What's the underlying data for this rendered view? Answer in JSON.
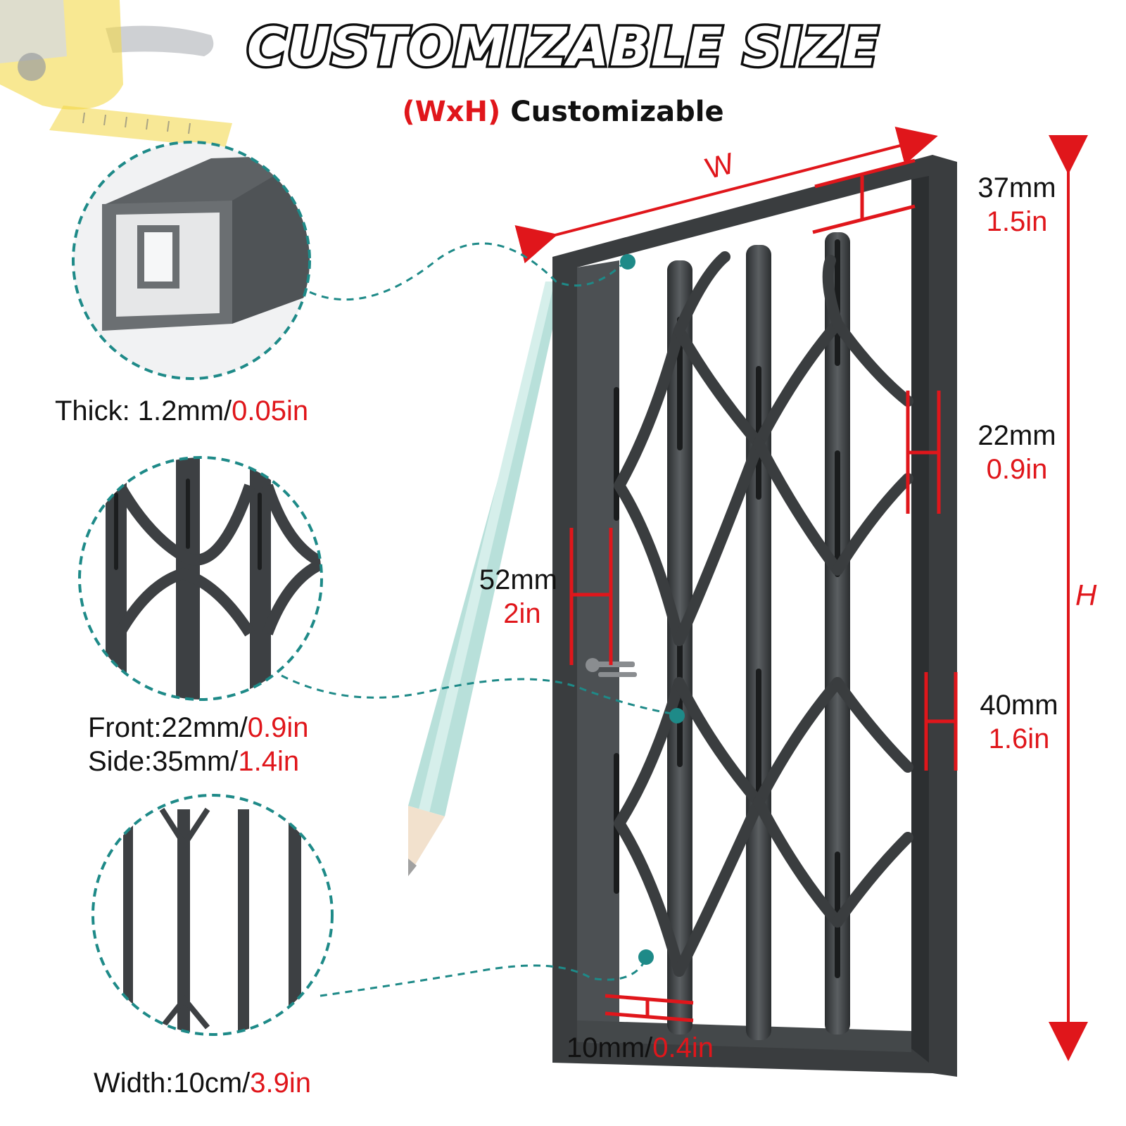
{
  "title": "CUSTOMIZABLE SIZE",
  "subtitle": {
    "highlight": "(WxH)",
    "text": "Customizable"
  },
  "dimension_letters": {
    "width": "W",
    "height": "H"
  },
  "details": {
    "profile": {
      "prefix": "Thick: 1.2mm/",
      "inches": "0.05in"
    },
    "bars": {
      "front_prefix": "Front:22mm/",
      "front_inches": "0.9in",
      "side_prefix": "Side:35mm/",
      "side_inches": "1.4in"
    },
    "width": {
      "prefix": "Width:10cm/",
      "inches": "3.9in"
    }
  },
  "measurements": {
    "frame_top": {
      "mm": "37mm",
      "in": "1.5in"
    },
    "bar_right": {
      "mm": "22mm",
      "in": "0.9in"
    },
    "left_stile": {
      "mm": "52mm",
      "in": "2in"
    },
    "right_frame": {
      "mm": "40mm",
      "in": "1.6in"
    },
    "bottom_gap": {
      "mm": "10mm/",
      "in": "0.4in"
    }
  },
  "colors": {
    "accent_red": "#e0161b",
    "callout_teal": "#1e8a88",
    "frame_dark": "#3a3d3f",
    "frame_light": "#5a5e60"
  }
}
